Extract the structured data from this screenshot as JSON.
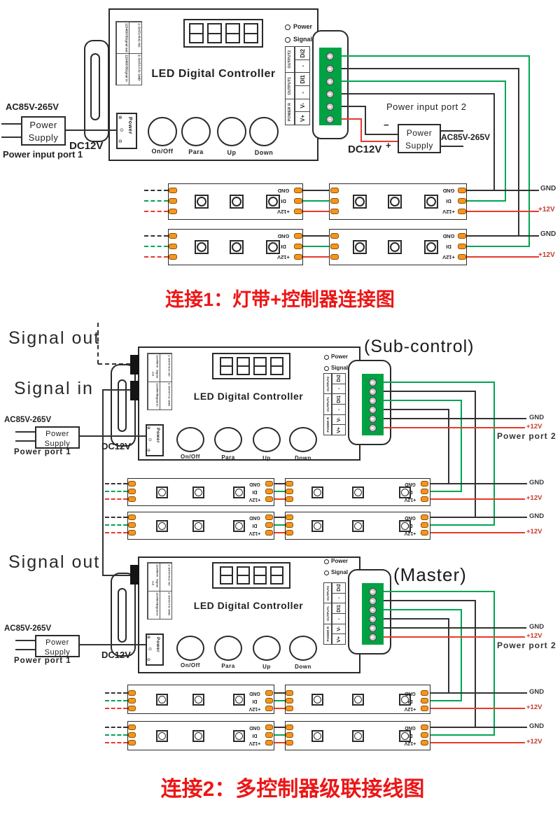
{
  "titles": {
    "section1": "连接1：灯带+控制器连接图",
    "section2": "连接2：多控制器级联接线图"
  },
  "controller": {
    "name": "LED Digital Controller",
    "buttons": [
      "On/Off",
      "Para",
      "Up",
      "Down"
    ],
    "led_power": "Power",
    "led_signal": "Signal",
    "groups": [
      "OUTPUT2",
      "OUTPUT1",
      "POWER R"
    ],
    "pins": [
      "Di2",
      "-",
      "DI1",
      "-",
      "V-",
      "V+"
    ],
    "jack": "Power",
    "grid": {
      "pins": "12345678",
      "out": "Signal out",
      "in": "Signal in",
      "d1": "1: DATA+",
      "d2": "3-6: NC",
      "d3": "2: DATA-",
      "d4": "7-8: GND"
    }
  },
  "power": {
    "supply_line1": "Power",
    "supply_line2": "Supply",
    "ac": "AC85V-265V",
    "dc": "DC12V",
    "input_port1": "Power input port 1",
    "input_port2": "Power input port 2",
    "port1": "Power port 1",
    "port2": "Power port 2",
    "plus": "+",
    "minus": "−"
  },
  "strip": {
    "gnd": "GND",
    "di": "DI",
    "v12": "+12V"
  },
  "wires": {
    "gnd": "GND",
    "v12": "+12V"
  },
  "cascade": {
    "sub": "(Sub-control)",
    "master": "(Master)",
    "signal_out": "Signal out",
    "signal_in": "Signal in"
  },
  "icons": {
    "plus_circle": "⊕",
    "dot_circle": "⊙",
    "minus_circle": "⊖"
  },
  "colors": {
    "wire_green": "#00a651",
    "wire_red": "#e8392b",
    "wire_black": "#333333",
    "terminal_green": "#00a243",
    "pad_orange": "#f7941e",
    "title_red": "#ed1515"
  }
}
